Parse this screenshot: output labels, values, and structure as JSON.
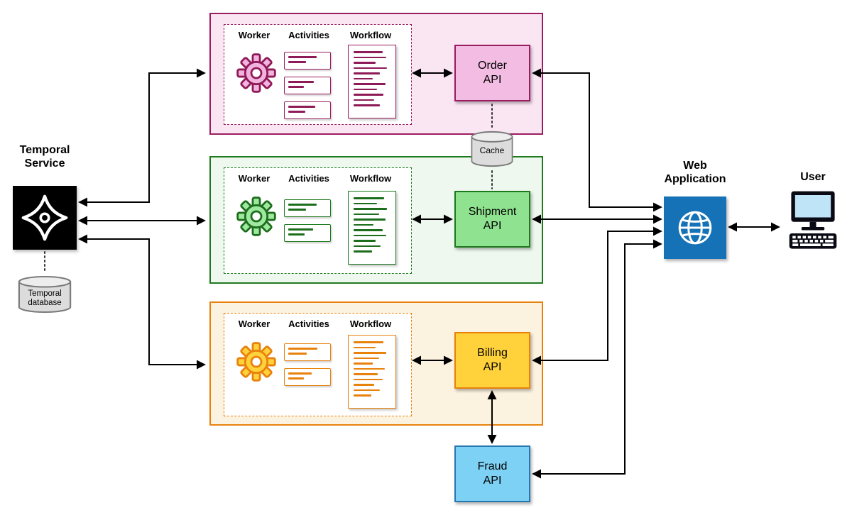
{
  "canvas": {
    "background": "#ffffff",
    "arrow_color": "#000000"
  },
  "temporal": {
    "service_label": "Temporal\nService",
    "database_label": "Temporal\ndatabase",
    "box_color": "#000000",
    "logo_icon": "temporal-star"
  },
  "cache": {
    "label": "Cache",
    "icon": "database-cylinder",
    "fill": "#DCDCDC"
  },
  "groups": [
    {
      "name": "order-workers",
      "worker": "Worker",
      "activities": "Activities",
      "workflow": "Workflow",
      "fill": "#FAE6F3",
      "border": "#9B1D60",
      "accent": "#8E1A57",
      "worker_icon": "gear"
    },
    {
      "name": "shipment-workers",
      "worker": "Worker",
      "activities": "Activities",
      "workflow": "Workflow",
      "fill": "#EEF8EE",
      "border": "#1E7A1E",
      "accent": "#1C6E1C",
      "worker_icon": "gear"
    },
    {
      "name": "billing-workers",
      "worker": "Worker",
      "activities": "Activities",
      "workflow": "Workflow",
      "fill": "#FCF2E0",
      "border": "#E8820C",
      "accent": "#E8820C",
      "worker_icon": "gear"
    }
  ],
  "apis": {
    "order": {
      "label": "Order\nAPI",
      "fill": "#F3BDE3",
      "border": "#9B1D60"
    },
    "shipment": {
      "label": "Shipment\nAPI",
      "fill": "#8FE28F",
      "border": "#1E7A1E"
    },
    "billing": {
      "label": "Billing\nAPI",
      "fill": "#FFD23B",
      "border": "#E8820C"
    },
    "fraud": {
      "label": "Fraud\nAPI",
      "fill": "#7DD1F5",
      "border": "#2878B0"
    }
  },
  "web_application": {
    "label": "Web\nApplication",
    "fill": "#1572B6",
    "icon": "globe"
  },
  "user": {
    "label": "User",
    "icon": "desktop-computer"
  }
}
